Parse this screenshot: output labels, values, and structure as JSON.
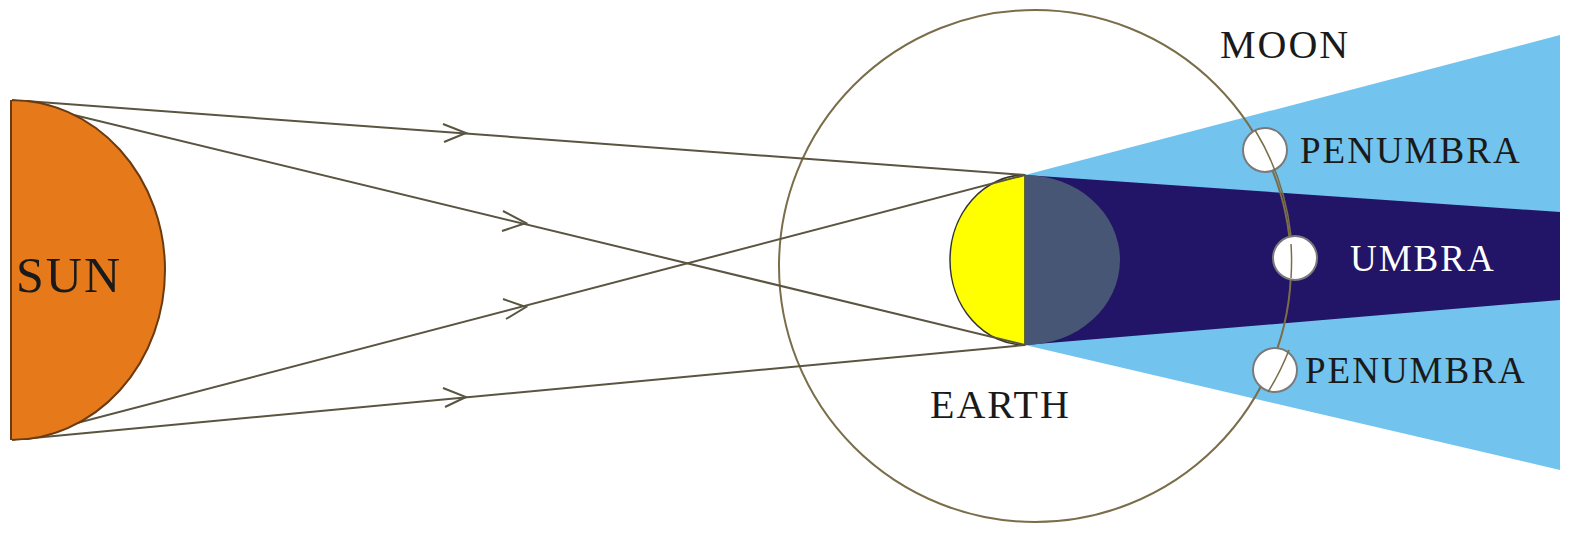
{
  "diagram": {
    "nodes": [
      {
        "text": [
          "SUN"
        ]
      }
    ],
    "labels": [
      "MOON",
      "PENUMBRA",
      "UMBRA",
      "PENUMBRA",
      "EARTH"
    ]
  }
}
